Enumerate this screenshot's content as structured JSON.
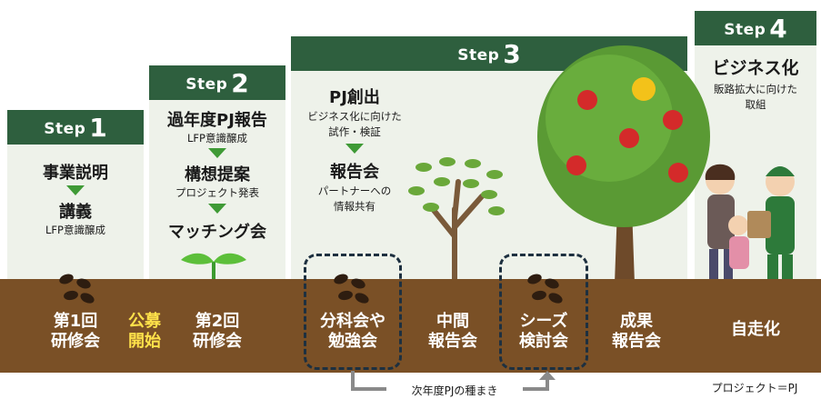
{
  "steps": [
    {
      "word": "Step",
      "num": "1"
    },
    {
      "word": "Step",
      "num": "2"
    },
    {
      "word": "Step",
      "num": "3"
    },
    {
      "word": "Step",
      "num": "4"
    }
  ],
  "step1": {
    "title1": "事業説明",
    "title2": "講義",
    "sub2": "LFP意識醸成"
  },
  "step2": {
    "title1": "過年度PJ報告",
    "sub1": "LFP意識醸成",
    "title2": "構想提案",
    "sub2": "プロジェクト発表",
    "title3": "マッチング会"
  },
  "step3": {
    "title1": "PJ創出",
    "sub1a": "ビジネス化に向けた",
    "sub1b": "試作・検証",
    "title2": "報告会",
    "sub2a": "パートナーへの",
    "sub2b": "情報共有"
  },
  "step4": {
    "title": "ビジネス化",
    "sub_a": "販路拡大に向けた",
    "sub_b": "取組"
  },
  "ground_labels": [
    {
      "l1": "第1回",
      "l2": "研修会"
    },
    {
      "l1": "公募",
      "l2": "開始"
    },
    {
      "l1": "第2回",
      "l2": "研修会"
    },
    {
      "l1": "分科会や",
      "l2": "勉強会"
    },
    {
      "l1": "中間",
      "l2": "報告会"
    },
    {
      "l1": "シーズ",
      "l2": "検討会"
    },
    {
      "l1": "成果",
      "l2": "報告会"
    },
    {
      "l1": "自走化",
      "l2": ""
    }
  ],
  "next_year": "次年度PJの種まき",
  "legend": "プロジェクト＝PJ",
  "colors": {
    "header": "#2e5f3e",
    "soil": "#7a5026",
    "accent_yellow": "#ffe24a",
    "arrow": "#3f9a36"
  }
}
